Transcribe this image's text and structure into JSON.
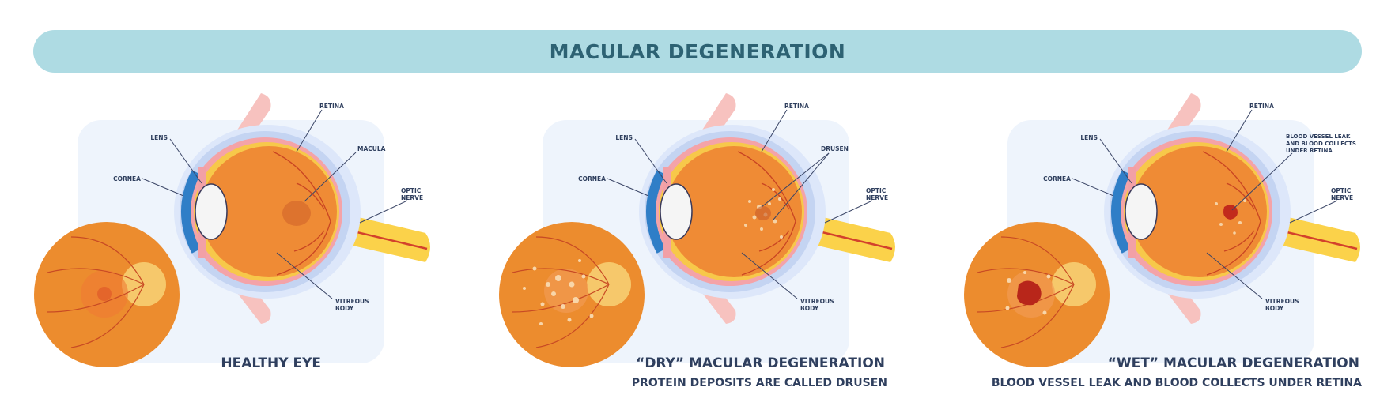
{
  "header": {
    "title": "MACULAR DEGENERATION"
  },
  "panels": [
    {
      "title": "HEALTHY EYE",
      "subtitle": "",
      "labels": {
        "lens": "LENS",
        "cornea": "CORNEA",
        "retina": "RETINA",
        "optic1": "OPTIC",
        "optic2": "NERVE",
        "vitreous1": "VITREOUS",
        "vitreous2": "BODY",
        "macula": "MACULA"
      }
    },
    {
      "title": "“DRY” MACULAR DEGENERATION",
      "subtitle": "PROTEIN DEPOSITS ARE CALLED DRUSEN",
      "labels": {
        "lens": "LENS",
        "cornea": "CORNEA",
        "retina": "RETINA",
        "optic1": "OPTIC",
        "optic2": "NERVE",
        "vitreous1": "VITREOUS",
        "vitreous2": "BODY",
        "drusen": "DRUSEN"
      }
    },
    {
      "title": "“WET” MACULAR DEGENERATION",
      "subtitle": "BLOOD VESSEL LEAK AND BLOOD COLLECTS UNDER RETINA",
      "labels": {
        "lens": "LENS",
        "cornea": "CORNEA",
        "retina": "RETINA",
        "optic1": "OPTIC",
        "optic2": "NERVE",
        "vitreous1": "VITREOUS",
        "vitreous2": "BODY",
        "leak1": "BLOOD VESSEL LEAK",
        "leak2": "AND BLOOD COLLECTS",
        "leak3": "UNDER RETINA"
      }
    }
  ]
}
